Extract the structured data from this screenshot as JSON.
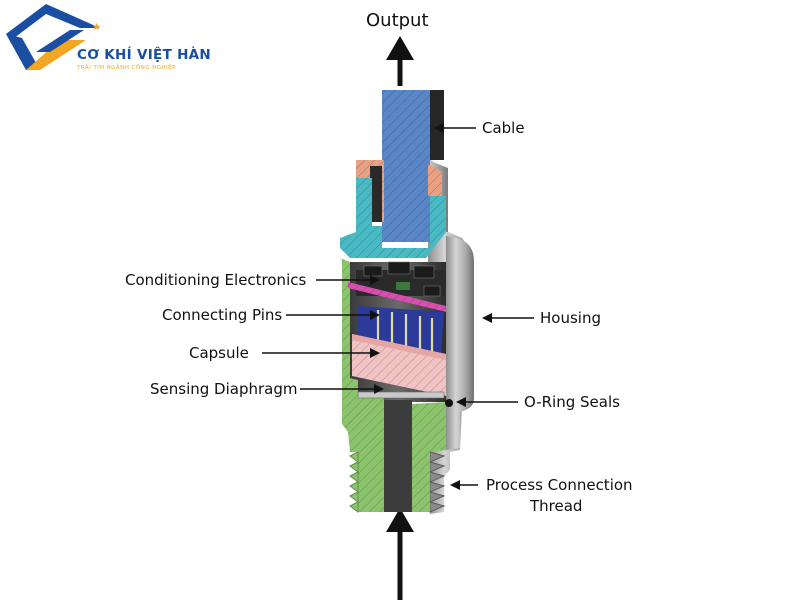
{
  "logo": {
    "title": "CƠ KHÍ VIỆT HÀN",
    "subtitle": "TRÁI TIM NGÀNH CÔNG NGHIỆP",
    "colors": {
      "blue": "#1a4ea3",
      "orange": "#f2a623"
    }
  },
  "diagram": {
    "output_label": "Output",
    "labels": {
      "cable": "Cable",
      "conditioning_electronics": "Conditioning Electronics",
      "connecting_pins": "Connecting Pins",
      "housing": "Housing",
      "capsule": "Capsule",
      "sensing_diaphragm": "Sensing Diaphragm",
      "o_ring_seals": "O-Ring Seals",
      "process_connection_line1": "Process Connection",
      "process_connection_line2": "Thread"
    },
    "colors": {
      "cable": "#5a86c8",
      "gland": "#e8a183",
      "insert": "#49b9c4",
      "body": "#8cc46d",
      "capsule": "#f2c3c3",
      "pins": "#2c3a9a",
      "housing": "#b9b9b9"
    }
  }
}
